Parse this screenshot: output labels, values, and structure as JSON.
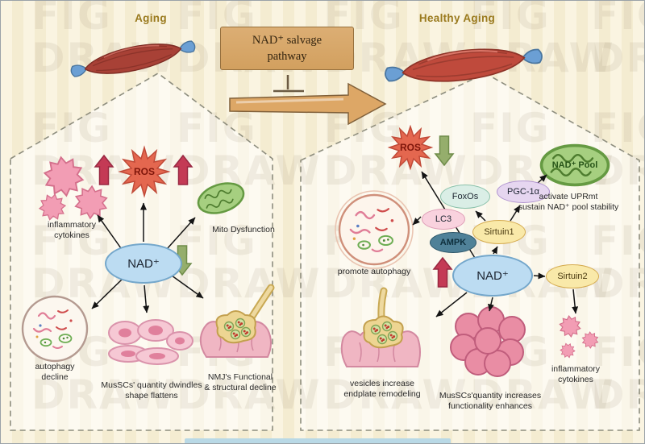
{
  "watermark": {
    "fig": "FIG",
    "draw": "DRAW"
  },
  "header": {
    "aging": "Aging",
    "healthy_aging": "Healthy Aging",
    "pathway_line1": "NAD⁺ salvage",
    "pathway_line2": "pathway"
  },
  "left": {
    "nad": "NAD⁺",
    "ros": "ROS",
    "inflammatory_1": "inflammatory",
    "inflammatory_2": "cytokines",
    "mito": "Mito Dysfunction",
    "autophagy_1": "autophagy",
    "autophagy_2": "decline",
    "muscs_1": "MusSCs' quantity dwindles",
    "muscs_2": "shape flattens",
    "nmj_1": "NMJ's Functional",
    "nmj_2": "& structural decline"
  },
  "right": {
    "nad": "NAD⁺",
    "ros": "ROS",
    "foxos": "FoxOs",
    "pgc1a": "PGC-1α",
    "lc3": "LC3",
    "ampk": "AMPK",
    "sirtuin1": "Sirtuin1",
    "sirtuin2": "Sirtuin2",
    "nad_pool": "NAD⁺ Pool",
    "uprmt_1": "activate UPRmt",
    "uprmt_2": "sustain NAD⁺ pool stability",
    "promote_autophagy": "promote autophagy",
    "vesicles_1": "vesicles increase",
    "vesicles_2": "endplate remodeling",
    "muscs_1": "MusSCs'quantity increases",
    "muscs_2": "functionality enhances",
    "inflammatory_1": "inflammatory",
    "inflammatory_2": "cytokines"
  }
}
